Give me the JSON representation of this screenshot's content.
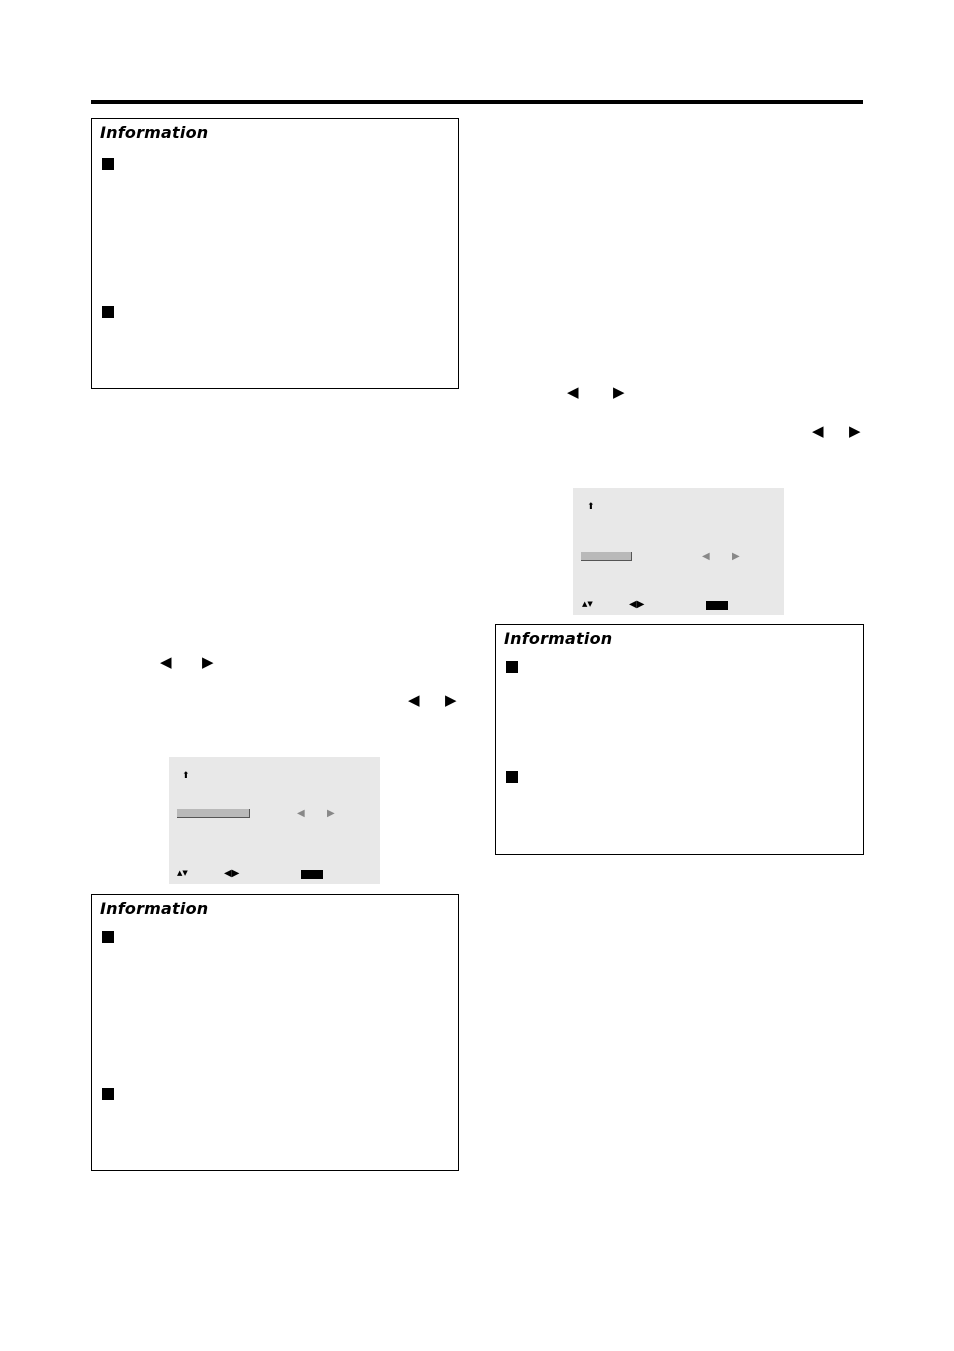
{
  "info_boxes": [
    {
      "title": "Information"
    },
    {
      "title": "Information"
    },
    {
      "title": "Information"
    }
  ],
  "arrows": {
    "left": "◀",
    "right": "▶"
  },
  "osd_glyphs": {
    "up_arrow": "⬆",
    "small_left": "◀",
    "small_right": "▶",
    "up_down": "▲▼",
    "left_right": "◀▶"
  }
}
